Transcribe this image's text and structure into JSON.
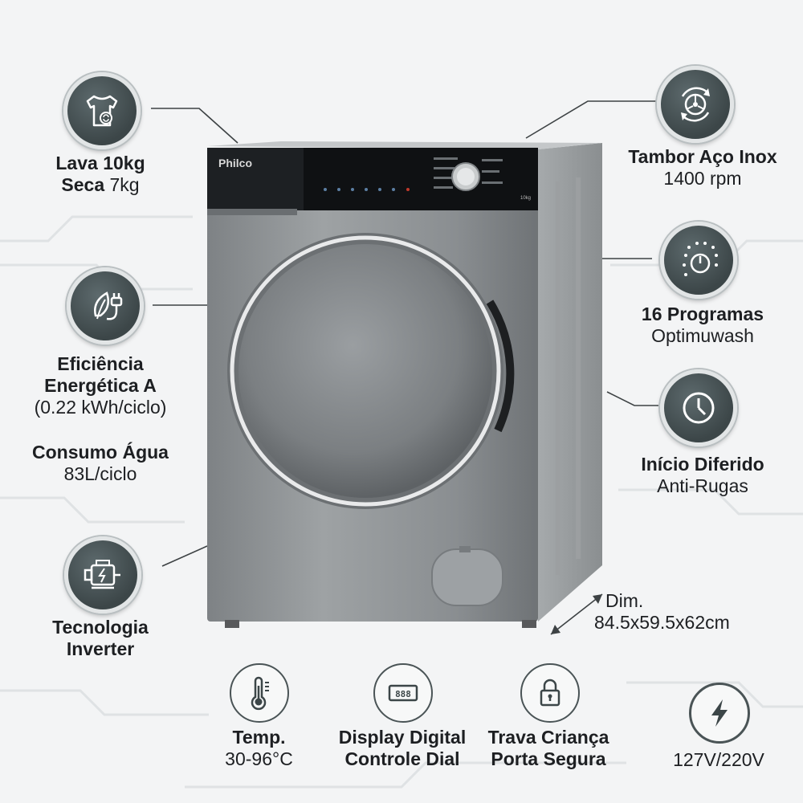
{
  "brand": {
    "name": "Philco",
    "panel_capacity": "10kg"
  },
  "left": {
    "wash_dry": {
      "line1_bold": "Lava 10kg",
      "line2_bold": "Seca",
      "line2_rest": " 7kg",
      "icon": "tshirt-recycle-icon"
    },
    "energy": {
      "line1": "Eficiência",
      "line2": "Energética A",
      "line3": "(0.22 kWh/ciclo)",
      "icon": "leaf-plug-icon"
    },
    "water": {
      "line1": "Consumo Água",
      "line2": "83L/ciclo"
    },
    "inverter": {
      "line1": "Tecnologia",
      "line2": "Inverter",
      "icon": "inverter-motor-icon"
    }
  },
  "right": {
    "drum": {
      "line1": "Tambor Aço Inox",
      "line2": "1400 rpm",
      "icon": "drum-spin-icon"
    },
    "programs": {
      "line1": "16 Programas",
      "line2": "Optimuwash",
      "icon": "program-dial-icon"
    },
    "delay": {
      "line1": "Início Diferido",
      "line2": "Anti-Rugas",
      "icon": "clock-icon"
    },
    "dimensions": {
      "line1": "Dim.",
      "line2": "84.5x59.5x62cm"
    }
  },
  "bottom": {
    "temp": {
      "line1": "Temp.",
      "line2": "30-96°C",
      "icon": "thermometer-icon"
    },
    "display": {
      "line1": "Display Digital",
      "line2": "Controle Dial",
      "icon": "digital-display-icon",
      "digits": "888"
    },
    "lock": {
      "line1": "Trava Criança",
      "line2": "Porta Segura",
      "icon": "padlock-icon"
    },
    "voltage": {
      "line1": "127V/220V",
      "icon": "lightning-icon"
    }
  },
  "colors": {
    "badge": "#465153",
    "text": "#1d1f22",
    "line": "#3d4244",
    "body": "#8f9396"
  }
}
